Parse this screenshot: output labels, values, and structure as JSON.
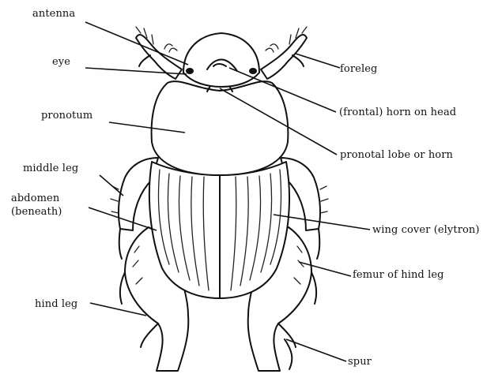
{
  "labels": {
    "antenna": "antenna",
    "eye": "eye",
    "pronotum": "pronotum",
    "middle_leg": "middle leg",
    "abdomen": "abdomen",
    "abdomen_sub": "(beneath)",
    "hind_leg": "hind leg",
    "foreleg": "foreleg",
    "frontal_horn": "(frontal) horn on head",
    "pronotal_lobe": "pronotal lobe or horn",
    "wing_cover": "wing cover (elytron)",
    "femur": "femur of hind leg",
    "spur": "spur"
  },
  "colors": {
    "ink": "#111111",
    "paper": "#fefefe"
  }
}
